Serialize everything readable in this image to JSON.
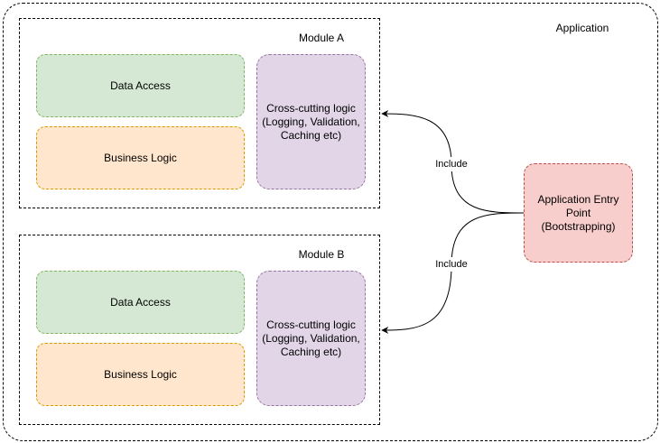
{
  "application": {
    "label": "Application"
  },
  "modules": [
    {
      "label": "Module A",
      "data_access": "Data Access",
      "business_logic": "Business Logic",
      "cross_cutting": "Cross-cutting logic (Logging, Validation, Caching etc)"
    },
    {
      "label": "Module B",
      "data_access": "Data Access",
      "business_logic": "Business Logic",
      "cross_cutting": "Cross-cutting logic (Logging, Validation, Caching etc)"
    }
  ],
  "entry_point": {
    "label": "Application Entry Point (Bootstrapping)"
  },
  "edges": [
    {
      "label": "Include"
    },
    {
      "label": "Include"
    }
  ],
  "colors": {
    "data_access_fill": "#d5e8d4",
    "data_access_stroke": "#82b366",
    "business_logic_fill": "#ffe6cc",
    "business_logic_stroke": "#d79b00",
    "cross_cutting_fill": "#e1d5e7",
    "cross_cutting_stroke": "#9673a6",
    "entry_point_fill": "#f8cecc",
    "entry_point_stroke": "#b85450"
  }
}
